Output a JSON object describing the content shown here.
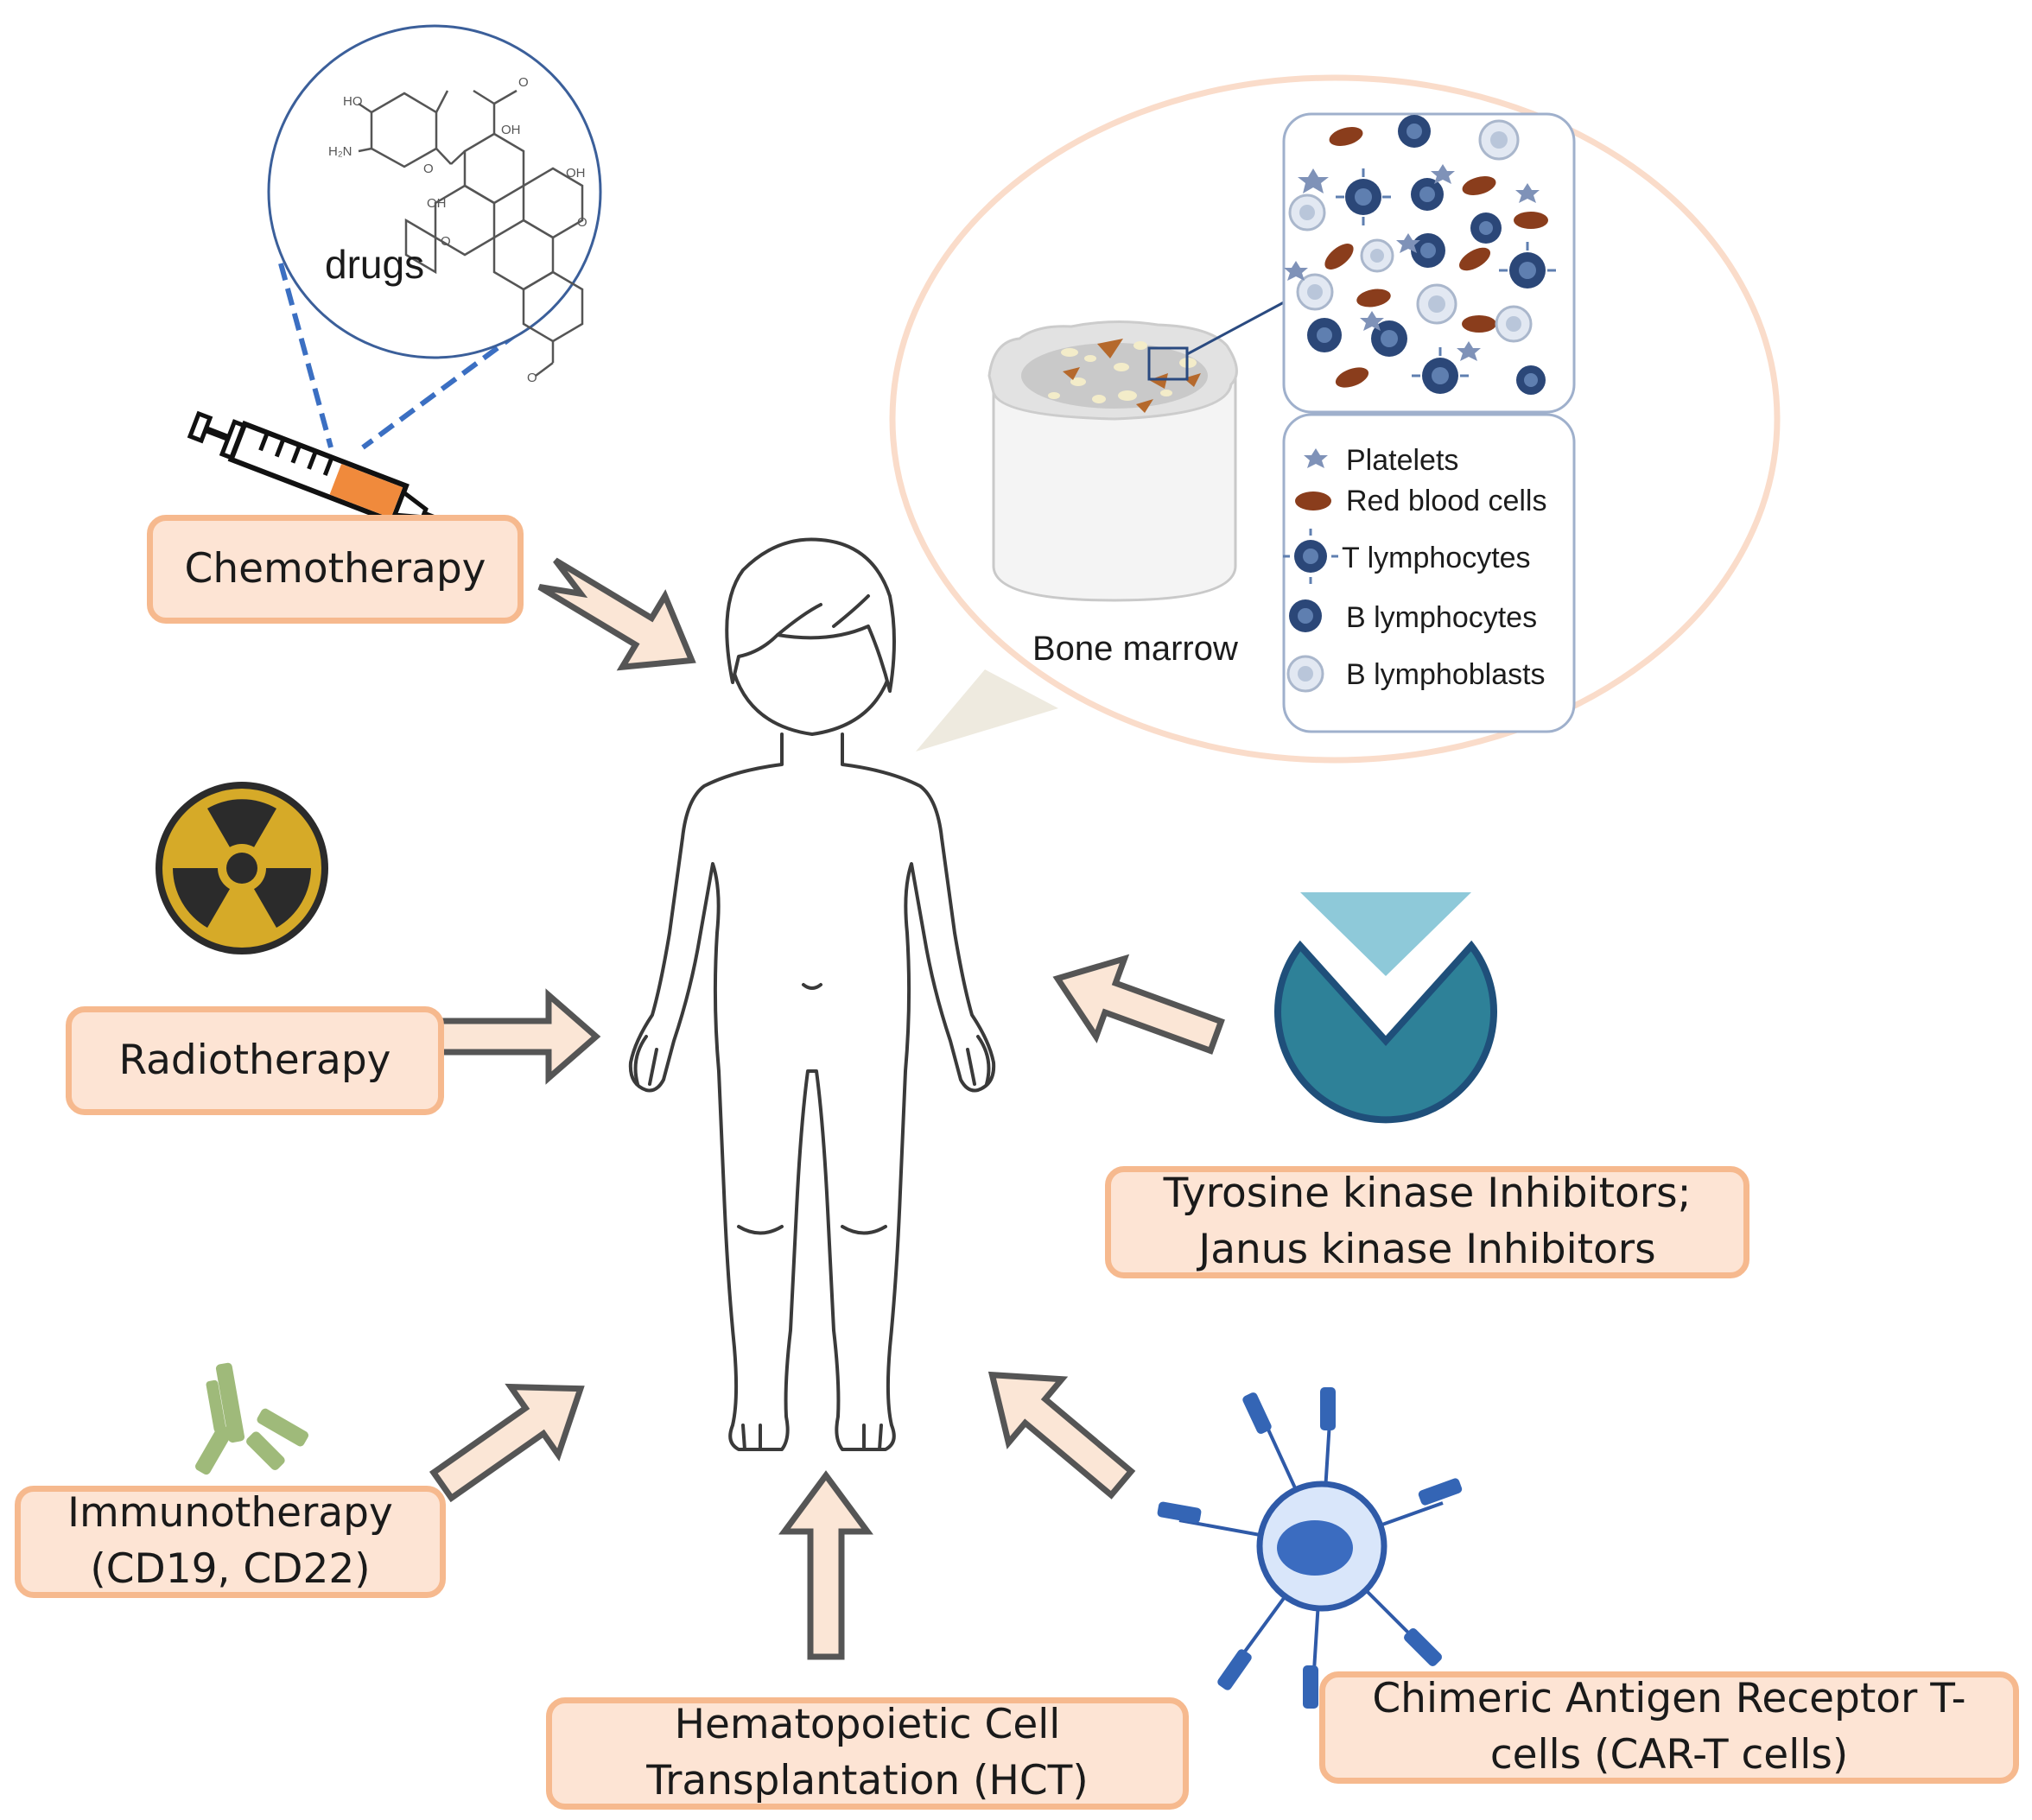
{
  "treatments": {
    "chemotherapy": "Chemotherapy",
    "radiotherapy": "Radiotherapy",
    "immunotherapy": [
      "Immunotherapy",
      "(CD19, CD22)"
    ],
    "hct": [
      "Hematopoietic Cell",
      "Transplantation (HCT)"
    ],
    "car_t": [
      "Chimeric Antigen  Receptor T-",
      "cells (CAR-T cells)"
    ],
    "kinase_inhibitors": [
      "Tyrosine kinase Inhibitors;",
      "Janus kinase Inhibitors"
    ]
  },
  "drugs_label": "drugs",
  "molecule_labels": [
    "HO",
    "H₂N",
    "O",
    "O",
    "OH",
    "OH",
    "OH",
    "O",
    "O",
    "O"
  ],
  "bone_marrow": {
    "label": "Bone marrow",
    "legend": [
      "Platelets",
      "Red blood cells",
      "T lymphocytes",
      "B lymphocytes",
      "B  lymphoblasts"
    ]
  },
  "icons": [
    "syringe-icon",
    "radiation-icon",
    "antibody-icon",
    "kinase-inhibitor-icon",
    "car-t-cell-icon",
    "child-figure"
  ],
  "colors": {
    "box_fill": "#fde4d4",
    "box_border": "#f6b98e",
    "arrow_fill": "#fbe6d6",
    "arrow_stroke": "#555555",
    "radiation_yellow": "#d6aa28",
    "kinase_teal": "#2e8198",
    "kinase_light": "#8ec9d9",
    "antibody_green": "#8faf63",
    "cell_navy": "#2d4f86",
    "rbc_brown": "#8a3d1c"
  }
}
